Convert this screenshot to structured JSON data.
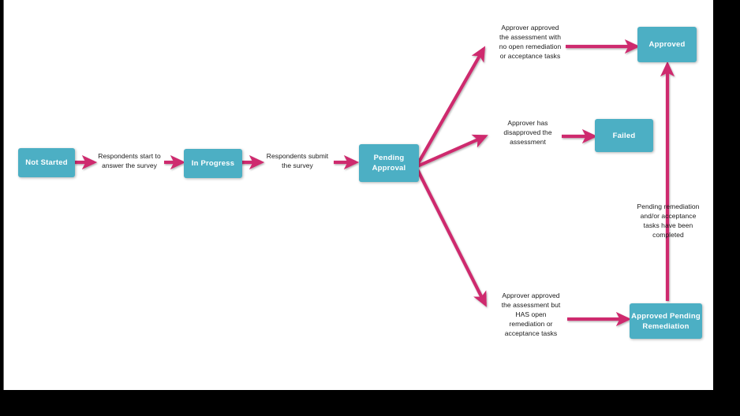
{
  "diagram": {
    "title": "Assessment Approval Workflow",
    "colors": {
      "node_fill": "#4CAFC4",
      "node_text": "#ffffff",
      "arrow": "#CE2C6E",
      "canvas": "#ffffff",
      "letterbox": "#000000",
      "label_text": "#1a1a1a"
    },
    "nodes": [
      {
        "id": "not-started",
        "label": "Not Started"
      },
      {
        "id": "in-progress",
        "label": "In Progress"
      },
      {
        "id": "pending-approval",
        "label": "Pending\nApproval"
      },
      {
        "id": "approved",
        "label": "Approved"
      },
      {
        "id": "failed",
        "label": "Failed"
      },
      {
        "id": "approved-pending-remediation",
        "label": "Approved Pending\nRemediation"
      }
    ],
    "node_labels": {
      "not_started": "Not Started",
      "in_progress": "In Progress",
      "pending_approval_line1": "Pending",
      "pending_approval_line2": "Approval",
      "approved": "Approved",
      "failed": "Failed",
      "apr_line1": "Approved Pending",
      "apr_line2": "Remediation"
    },
    "edge_labels": {
      "start_survey_line1": "Respondents start to",
      "start_survey_line2": "answer the survey",
      "submit_survey_line1": "Respondents submit",
      "submit_survey_line2": "the survey",
      "approved_no_tasks_line1": "Approver approved",
      "approved_no_tasks_line2": "the assessment with",
      "approved_no_tasks_line3": "no open remediation",
      "approved_no_tasks_line4": "or acceptance tasks",
      "disapproved_line1": "Approver has",
      "disapproved_line2": "disapproved the",
      "disapproved_line3": "assessment",
      "approved_open_tasks_line1": "Approver approved",
      "approved_open_tasks_line2": "the assessment but",
      "approved_open_tasks_line3": "HAS open",
      "approved_open_tasks_line4": "remediation or",
      "approved_open_tasks_line5": "acceptance tasks",
      "tasks_completed_line1": "Pending remediation",
      "tasks_completed_line2": "and/or acceptance",
      "tasks_completed_line3": "tasks have been",
      "tasks_completed_line4": "completed"
    },
    "edges": [
      {
        "from": "not-started",
        "to": "in-progress",
        "label": "Respondents start to answer the survey"
      },
      {
        "from": "in-progress",
        "to": "pending-approval",
        "label": "Respondents submit the survey"
      },
      {
        "from": "pending-approval",
        "to": "approved",
        "label": "Approver approved the assessment with no open remediation or acceptance tasks"
      },
      {
        "from": "pending-approval",
        "to": "failed",
        "label": "Approver has disapproved the assessment"
      },
      {
        "from": "pending-approval",
        "to": "approved-pending-remediation",
        "label": "Approver approved the assessment but HAS open remediation or acceptance tasks"
      },
      {
        "from": "approved-pending-remediation",
        "to": "approved",
        "label": "Pending remediation and/or acceptance tasks have been completed"
      }
    ]
  }
}
